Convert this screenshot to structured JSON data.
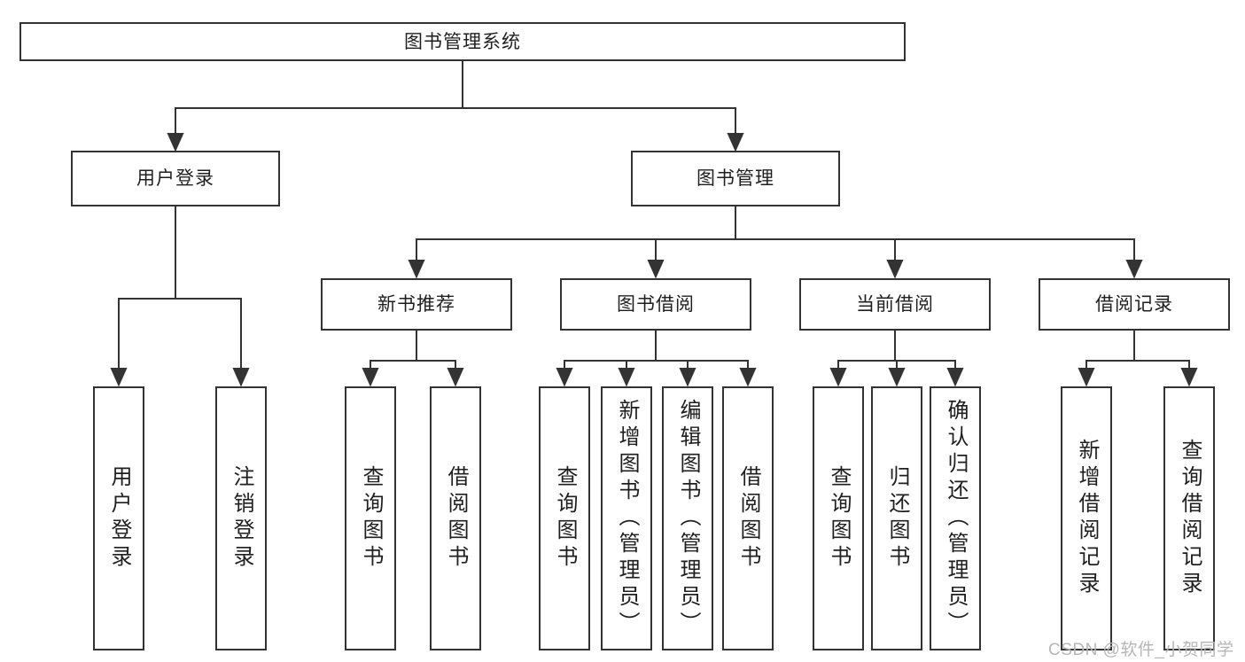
{
  "colors": {
    "line": "#333333",
    "box_border": "#333333",
    "text": "#1f1f1f",
    "watermark": "#b6b6b6",
    "background": "#ffffff"
  },
  "tree": {
    "root": {
      "label": "图书管理系统"
    },
    "children": [
      {
        "label": "用户登录",
        "children": [
          {
            "label": "用户登录"
          },
          {
            "label": "注销登录"
          }
        ]
      },
      {
        "label": "图书管理",
        "children": [
          {
            "label": "新书推荐",
            "children": [
              {
                "label": "查询图书"
              },
              {
                "label": "借阅图书"
              }
            ]
          },
          {
            "label": "图书借阅",
            "children": [
              {
                "label": "查询图书"
              },
              {
                "label": "新增图书（管理员）"
              },
              {
                "label": "编辑图书（管理员）"
              },
              {
                "label": "借阅图书"
              }
            ]
          },
          {
            "label": "当前借阅",
            "children": [
              {
                "label": "查询图书"
              },
              {
                "label": "归还图书"
              },
              {
                "label": "确认归还（管理员）"
              }
            ]
          },
          {
            "label": "借阅记录",
            "children": [
              {
                "label": "新增借阅记录"
              },
              {
                "label": "查询借阅记录"
              }
            ]
          }
        ]
      }
    ]
  },
  "watermark": "CSDN @软件_小贺同学"
}
